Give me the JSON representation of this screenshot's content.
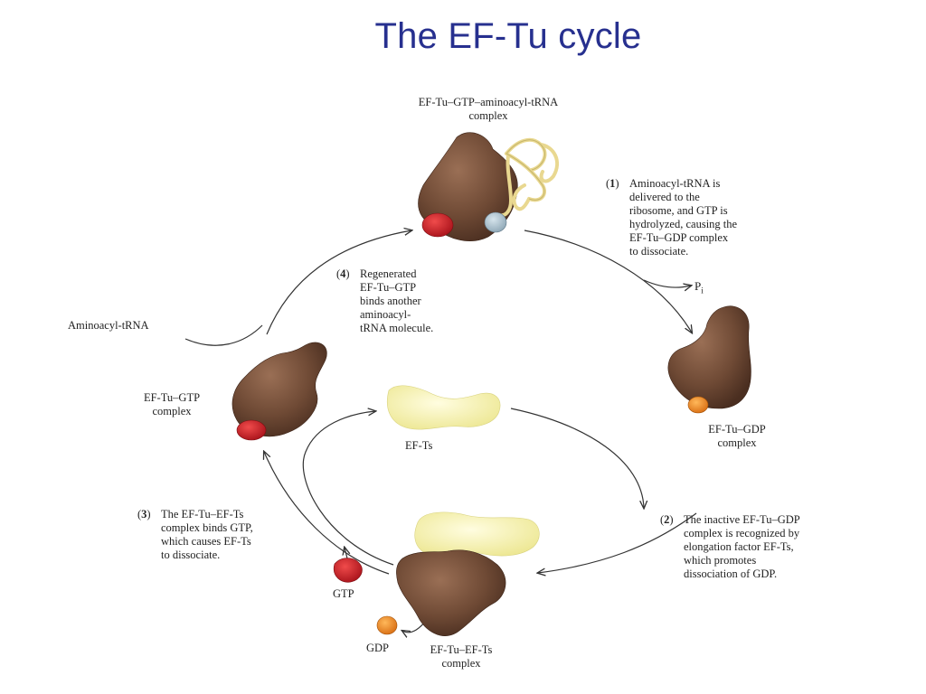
{
  "title": "The EF-Tu cycle",
  "colors": {
    "title": "#27308f",
    "ef_tu": "#6f4a35",
    "gtp": "#d21d26",
    "gdp": "#f08a2a",
    "ef_ts": "#f5f2b4",
    "trna": "#e9d890",
    "phosphate": "#a9bdc9",
    "arrow": "#333333"
  },
  "icons": [
    "ef-tu-protein-icon",
    "gtp-icon",
    "gdp-icon",
    "ef-ts-icon",
    "trna-icon",
    "phosphate-icon"
  ],
  "labels": {
    "complex_top_l1": "EF-Tu–GTP–aminoacyl-tRNA",
    "complex_top_l2": "complex",
    "pi_main": "P",
    "pi_sub": "i",
    "gdp_complex_l1": "EF-Tu–GDP",
    "gdp_complex_l2": "complex",
    "gtp_complex_l1": "EF-Tu–GTP",
    "gtp_complex_l2": "complex",
    "aminoacyl_trna": "Aminoacyl-tRNA",
    "ef_ts": "EF-Ts",
    "gtp": "GTP",
    "gdp": "GDP",
    "ef_tu_ef_ts_l1": "EF-Tu–EF-Ts",
    "ef_tu_ef_ts_l2": "complex"
  },
  "steps": [
    {
      "num": "1",
      "lines": [
        "Aminoacyl-tRNA is",
        "delivered to the",
        "ribosome, and GTP is",
        "hydrolyzed, causing the",
        "EF-Tu–GDP complex",
        "to dissociate."
      ]
    },
    {
      "num": "2",
      "lines": [
        "The inactive EF-Tu–GDP",
        "complex is recognized by",
        "elongation factor EF-Ts,",
        "which promotes",
        "dissociation of GDP."
      ]
    },
    {
      "num": "3",
      "lines": [
        "The EF-Tu–EF-Ts",
        "complex binds GTP,",
        "which causes EF-Ts",
        "to dissociate."
      ]
    },
    {
      "num": "4",
      "lines": [
        "Regenerated",
        "EF-Tu–GTP",
        "binds another",
        "aminoacyl-",
        "tRNA molecule."
      ]
    }
  ]
}
